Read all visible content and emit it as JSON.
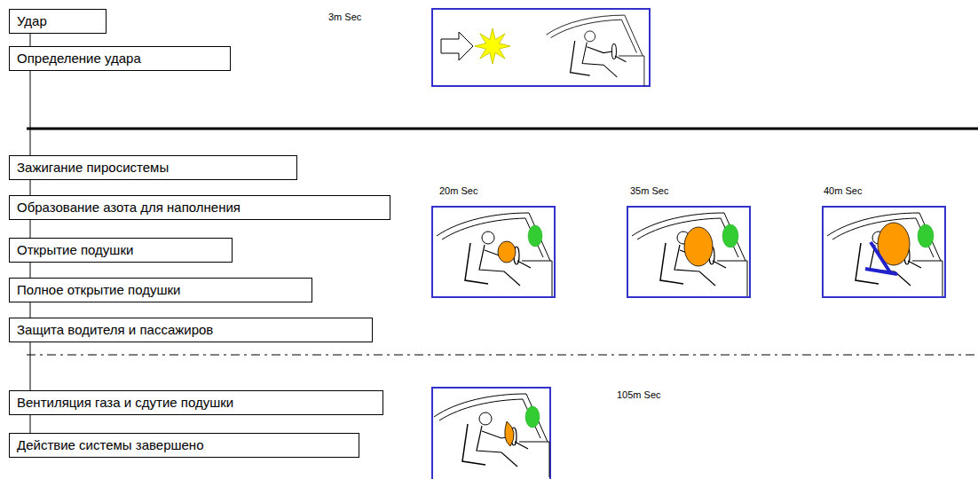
{
  "diagram": {
    "nodes": [
      {
        "text": [
          "Удар"
        ]
      },
      {
        "text": [
          "Определение удара"
        ]
      },
      {
        "text": [
          "Зажигание пиросистемы"
        ]
      },
      {
        "text": [
          "Образование азота для наполнения"
        ]
      },
      {
        "text": [
          "Открытие подушки"
        ]
      },
      {
        "text": [
          "Полное открытие подушки"
        ]
      },
      {
        "text": [
          "Защита водителя и пассажиров"
        ]
      },
      {
        "text": [
          "Вентиляция газа и сдутие подушки"
        ]
      },
      {
        "text": [
          "Действие системы завершено"
        ]
      }
    ],
    "edges": [
      {
        "from": 0,
        "to": 1,
        "arrow": "none"
      },
      {
        "from": 1,
        "to": 2,
        "arrow": "none"
      },
      {
        "from": 2,
        "to": 3,
        "arrow": "none"
      },
      {
        "from": 3,
        "to": 4,
        "arrow": "none"
      },
      {
        "from": 4,
        "to": 5,
        "arrow": "none"
      },
      {
        "from": 5,
        "to": 6,
        "arrow": "none"
      },
      {
        "from": 6,
        "to": 7,
        "arrow": "none"
      },
      {
        "from": 7,
        "to": 8,
        "arrow": "none"
      }
    ],
    "labels": [
      "3m Sec",
      "20m Sec",
      "35m Sec",
      "40m Sec",
      "105m Sec"
    ]
  }
}
